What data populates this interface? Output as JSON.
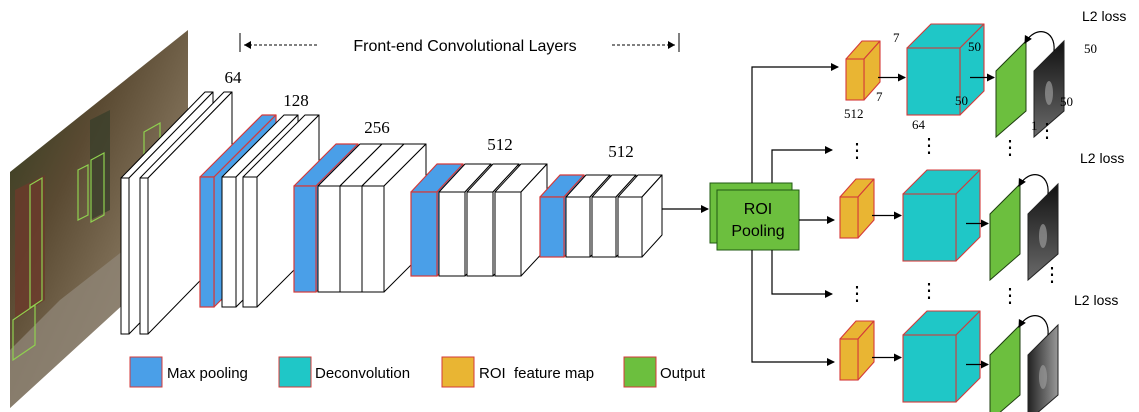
{
  "colors": {
    "max_pooling": "#4a9fe8",
    "deconvolution": "#1fc7c7",
    "roi_feature_map": "#e9b533",
    "output": "#6cbf3e",
    "red_edge": "#d43a3a"
  },
  "header": {
    "frontend_label": "Front-end Convolutional Layers"
  },
  "conv_blocks": [
    {
      "channels": "64"
    },
    {
      "channels": "128"
    },
    {
      "channels": "256"
    },
    {
      "channels": "512"
    },
    {
      "channels": "512"
    }
  ],
  "roi_pooling": {
    "line1": "ROI",
    "line2": "Pooling"
  },
  "top_branch": {
    "roi_height": "7",
    "roi_width": "7",
    "roi_channels": "512",
    "deconv_channels": "64",
    "deconv_height": "50",
    "deconv_width": "50",
    "output_height": "50",
    "output_width": "50",
    "output_channels": "1"
  },
  "loss_label": "L2 loss",
  "ellipsis": "⋮",
  "legend": [
    {
      "icon": "max-pooling-swatch",
      "label": "Max pooling"
    },
    {
      "icon": "deconvolution-swatch",
      "label": "Deconvolution"
    },
    {
      "icon": "roi-feature-map-swatch",
      "label": "ROI  feature map"
    },
    {
      "icon": "output-swatch",
      "label": "Output"
    }
  ]
}
